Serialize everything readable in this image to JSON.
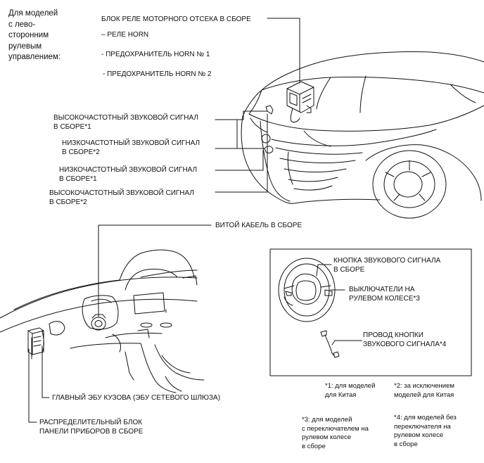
{
  "intro": "Для моделей\nс лево-\nсторонним\nрулевым\nуправлением:",
  "relay_block": {
    "title": "БЛОК РЕЛЕ МОТОРНОГО ОТСЕКА В СБОРЕ",
    "items": [
      "– РЕЛЕ HORN",
      "- ПРЕДОХРАНИТЕЛЬ HORN № 1",
      "- ПРЕДОХРАНИТЕЛЬ HORN № 2"
    ]
  },
  "horn_labels": [
    "ВЫСОКОЧАСТОТНЫЙ ЗВУКОВОЙ СИГНАЛ\nВ СБОРЕ*1",
    "НИЗКОЧАСТОТНЫЙ ЗВУКОВОЙ СИГНАЛ\nВ СБОРЕ*2",
    "НИЗКОЧАСТОТНЫЙ ЗВУКОВОЙ СИГНАЛ\nВ СБОРЕ*1",
    "ВЫСОКОЧАСТОТНЫЙ ЗВУКОВОЙ СИГНАЛ\nВ СБОРЕ*2"
  ],
  "spiral_cable": "ВИТОЙ КАБЕЛЬ В СБОРЕ",
  "inset": {
    "horn_button": "КНОПКА ЗВУКОВОГО СИГНАЛА\nВ СБОРЕ",
    "wheel_switches": "ВЫКЛЮЧАТЕЛИ НА\nРУЛЕВОМ КОЛЕСЕ*3",
    "horn_wire": "ПРОВОД КНОПКИ\nЗВУКОВОГО СИГНАЛА*4"
  },
  "main_ecu": "ГЛАВНЫЙ ЭБУ КУЗОВА (ЭБУ СЕТЕВОГО ШЛЮЗА)",
  "junction_block": "РАСПРЕДЕЛИТЕЛЬНЫЙ БЛОК\nПАНЕЛИ ПРИБОРОВ В СБОРЕ",
  "footnotes": [
    "*1: для моделей\nдля Китая",
    "*2: за исключением\nмоделей для Китая",
    "*3: для моделей\nс переключателем на\nрулевом колесе\nв сборе",
    "*4: для моделей без\nпереключателя на\nрулевом колесе\nв сборе"
  ],
  "colors": {
    "line": "#111111",
    "background": "#ffffff"
  }
}
